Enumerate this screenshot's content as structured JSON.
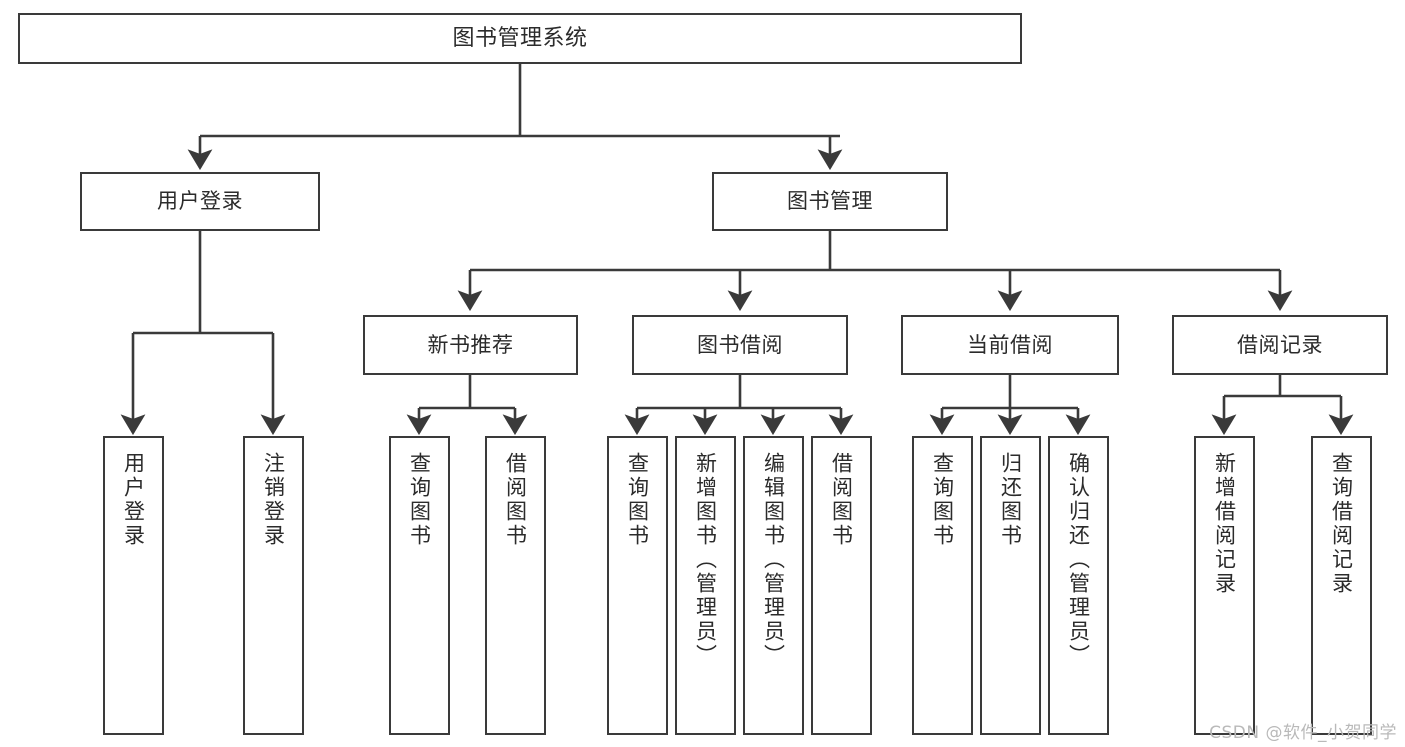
{
  "diagram": {
    "title": "图书管理系统",
    "watermark": "CSDN @软件_小贺同学",
    "colors": {
      "background": "#ffffff",
      "stroke": "#3a3a3a",
      "text": "#2b2b2b",
      "watermark": "#b9b9b9"
    },
    "nodes": {
      "root": "图书管理系统",
      "user_login": "用户登录",
      "book_manage": "图书管理",
      "new_book_rec": "新书推荐",
      "book_borrow": "图书借阅",
      "current_borrow": "当前借阅",
      "borrow_record": "借阅记录",
      "leaf_user_login": "用户登录",
      "leaf_logout": "注销登录",
      "leaf_query_book_1": "查询图书",
      "leaf_borrow_book_1": "借阅图书",
      "leaf_query_book_2": "查询图书",
      "leaf_add_book_admin": "新增图书（管理员）",
      "leaf_edit_book_admin": "编辑图书（管理员）",
      "leaf_borrow_book_2": "借阅图书",
      "leaf_query_book_3": "查询图书",
      "leaf_return_book": "归还图书",
      "leaf_confirm_return_admin": "确认归还（管理员）",
      "leaf_add_record": "新增借阅记录",
      "leaf_query_record": "查询借阅记录"
    }
  }
}
